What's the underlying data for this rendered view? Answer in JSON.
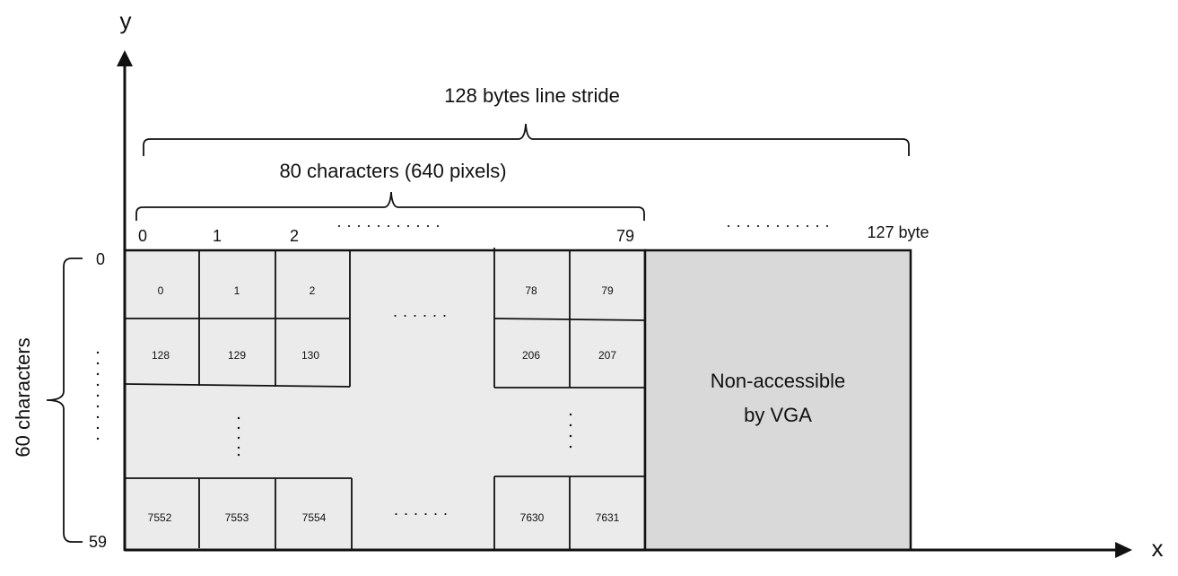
{
  "axes": {
    "x_label": "x",
    "y_label": "y"
  },
  "stride_label": "128 bytes line stride",
  "chars_label": "80 characters (640 pixels)",
  "rows_label": "60 characters",
  "col_ticks": {
    "c0": "0",
    "c1": "1",
    "c2": "2",
    "c79": "79",
    "end": "127 byte"
  },
  "row_ticks": {
    "r0": "0",
    "r59": "59"
  },
  "ellipsis_h": "· · · · · · · · · · ·",
  "ellipsis_h2": "· · · · · · · · · · ·",
  "ellipsis_mid": "· · · · · ·",
  "cells": {
    "r0": [
      "0",
      "1",
      "2",
      "78",
      "79"
    ],
    "r1": [
      "128",
      "129",
      "130",
      "206",
      "207"
    ],
    "rl": [
      "7552",
      "7553",
      "7554",
      "7630",
      "7631"
    ]
  },
  "non_access": {
    "line1": "Non-accessible",
    "line2": "by VGA"
  },
  "colors": {
    "light": "#ebebeb",
    "dark": "#d9d9d9",
    "stroke": "#111111"
  }
}
